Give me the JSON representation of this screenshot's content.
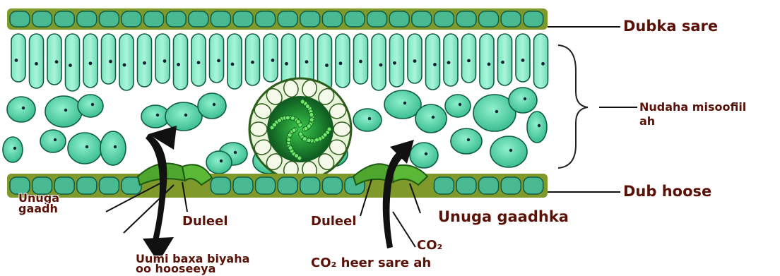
{
  "labels": {
    "upper_epidermis": "Dubka sare",
    "mesophyll_line1": "Nudaha misoofiil",
    "mesophyll_line2": "ah",
    "lower_epidermis": "Dub hoose",
    "guard_cell_left_line1": "Unuga",
    "guard_cell_left_line2": "gaadh",
    "stoma_left": "Duleel",
    "stoma_right": "Duleel",
    "guard_cell_right": "Unuga gaadhka",
    "co2_in": "CO₂",
    "water_out_line1": "Uumi baxa biyaha",
    "water_out_line2": "oo hooseeya",
    "co2_enter": "CO₂ heer sare ah"
  },
  "colors": {
    "cell_fill": "#5fd3a7",
    "cell_outline": "#0f5c46",
    "epidermis": "#6b8f1e",
    "guard_cell": "#4fa62e",
    "vein_center": "#1b7a2a",
    "arrow": "#111111",
    "label_text": "#5a1208"
  }
}
